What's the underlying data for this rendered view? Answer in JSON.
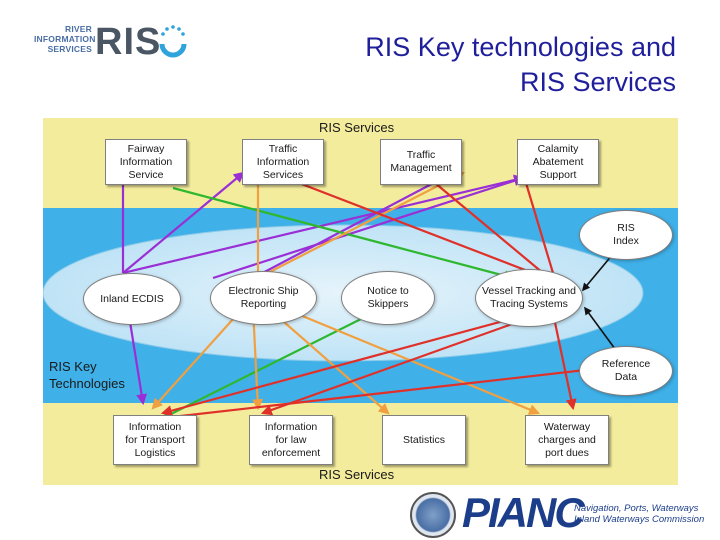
{
  "logo": {
    "line1": "RIVER",
    "line2": "INFORMATION",
    "line3": "SERVICES",
    "mark": "RIS",
    "accent": "#2ea3dc"
  },
  "title": {
    "line1": "RIS Key technologies and",
    "line2": "RIS Services"
  },
  "diagram": {
    "top_label": "RIS Services",
    "bottom_label": "RIS Services",
    "key_label_1": "RIS Key",
    "key_label_2": "Technologies",
    "top_boxes": [
      {
        "l1": "Fairway",
        "l2": "Information",
        "l3": "Service"
      },
      {
        "l1": "Traffic",
        "l2": "Information",
        "l3": "Services"
      },
      {
        "l1": "Traffic",
        "l2": "Management",
        "l3": ""
      },
      {
        "l1": "Calamity",
        "l2": "Abatement",
        "l3": "Support"
      }
    ],
    "technologies": [
      {
        "l1": "Inland ECDIS",
        "l2": ""
      },
      {
        "l1": "Electronic Ship",
        "l2": "Reporting"
      },
      {
        "l1": "Notice to",
        "l2": "Skippers"
      },
      {
        "l1": "Vessel Tracking and",
        "l2": "Tracing Systems"
      }
    ],
    "side": [
      {
        "l1": "RIS",
        "l2": "Index"
      },
      {
        "l1": "Reference",
        "l2": "Data"
      }
    ],
    "bottom_boxes": [
      {
        "l1": "Information",
        "l2": "for Transport",
        "l3": "Logistics"
      },
      {
        "l1": "Information",
        "l2": "for law",
        "l3": "enforcement"
      },
      {
        "l1": "Statistics",
        "l2": "",
        "l3": ""
      },
      {
        "l1": "Waterway",
        "l2": "charges and",
        "l3": "port dues"
      }
    ],
    "colors": {
      "yellow_band": "#f3ec9c",
      "blue_band": "#3fb0e8",
      "purple": "#9a2fd6",
      "green": "#2fb82f",
      "orange": "#f0a040",
      "red": "#e0302a"
    }
  },
  "footer": {
    "brand": "PIANC",
    "tag1": "Navigation, Ports, Waterways",
    "tag2": "Inland Waterways Commission"
  }
}
